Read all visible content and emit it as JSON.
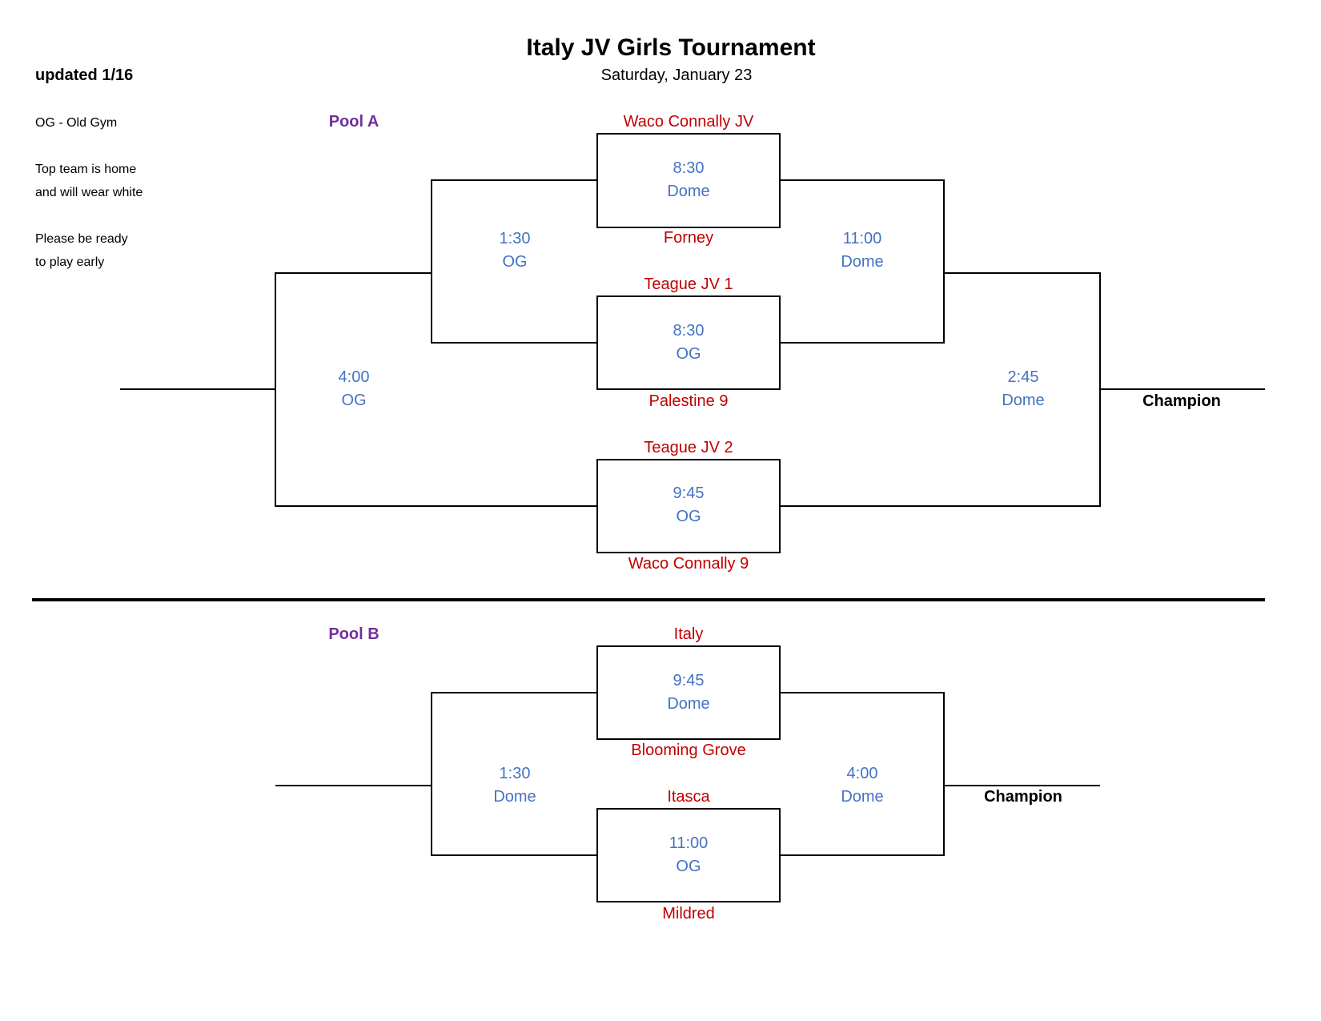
{
  "header": {
    "title": "Italy JV Girls Tournament",
    "subtitle": "Saturday, January 23",
    "updated": "updated 1/16"
  },
  "notes": {
    "og": "OG - Old Gym",
    "home_1": "Top team is home",
    "home_2": "and will wear white",
    "ready_1": "Please be ready",
    "ready_2": "to play early"
  },
  "pool_a": {
    "label": "Pool A",
    "teams": [
      "Waco Connally JV",
      "Forney",
      "Teague JV 1",
      "Palestine 9",
      "Teague JV 2",
      "Waco Connally 9"
    ],
    "games": [
      {
        "time": "8:30",
        "venue": "Dome"
      },
      {
        "time": "8:30",
        "venue": "OG"
      },
      {
        "time": "9:45",
        "venue": "OG"
      },
      {
        "time": "1:30",
        "venue": "OG"
      },
      {
        "time": "11:00",
        "venue": "Dome"
      },
      {
        "time": "4:00",
        "venue": "OG"
      },
      {
        "time": "2:45",
        "venue": "Dome"
      }
    ],
    "champion": "Champion"
  },
  "pool_b": {
    "label": "Pool B",
    "teams": [
      "Italy",
      "Blooming Grove",
      "Itasca",
      "Mildred"
    ],
    "games": [
      {
        "time": "9:45",
        "venue": "Dome"
      },
      {
        "time": "11:00",
        "venue": "OG"
      },
      {
        "time": "1:30",
        "venue": "Dome"
      },
      {
        "time": "4:00",
        "venue": "Dome"
      }
    ],
    "champion": "Champion"
  },
  "colors": {
    "team": "#c00000",
    "game": "#4472c4",
    "pool": "#7030a0",
    "line": "#000000"
  }
}
